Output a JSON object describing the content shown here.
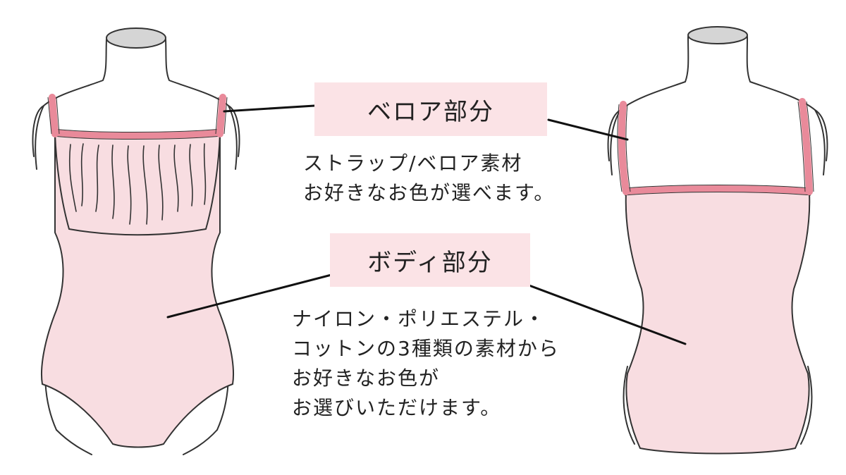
{
  "labels": {
    "velour": "ベロア部分",
    "body": "ボディ部分"
  },
  "descriptions": {
    "velour": [
      "ストラップ/ベロア素材",
      "お好きなお色が選べます。"
    ],
    "body": [
      "ナイロン・ポリエステル・",
      "コットンの3種類の素材から",
      "お好きなお色が",
      "お選びいただけます。"
    ]
  },
  "colors": {
    "body_fill": "#f8dde1",
    "trim": "#e98a9a",
    "label_bg": "#fbe3e6",
    "outline": "#333333"
  }
}
